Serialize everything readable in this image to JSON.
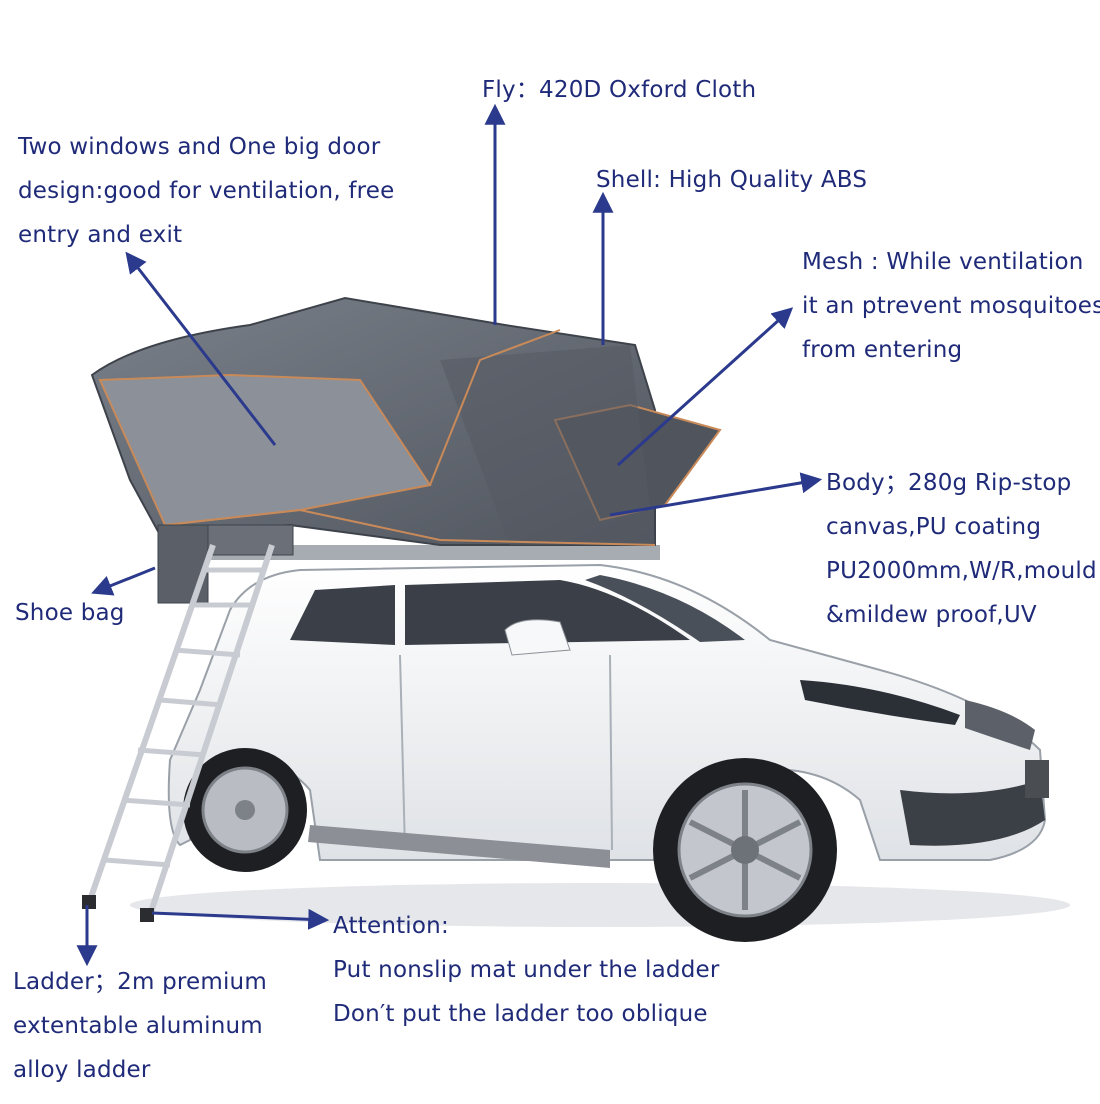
{
  "labels": {
    "fly": "Fly：420D Oxford Cloth",
    "shell": "Shell: High Quality ABS",
    "windows": [
      "Two windows and One big door",
      "design:good for ventilation, free",
      "entry and exit"
    ],
    "mesh": [
      "Mesh : While ventilation",
      "it an ptrevent mosquitoes",
      "from entering"
    ],
    "body": [
      "Body；280g Rip-stop",
      "canvas,PU coating",
      "PU2000mm,W/R,mould",
      "&mildew proof,UV"
    ],
    "shoe_bag": "Shoe bag",
    "ladder": [
      "Ladder；2m premium",
      "extentable aluminum",
      "alloy  ladder"
    ],
    "attention": [
      "Attention:",
      "Put nonslip mat under the ladder",
      "Don′t put the ladder too oblique"
    ]
  },
  "colors": {
    "text": "#1f2a78",
    "arrow": "#2b3a8c",
    "tent_canvas": "#6a6f78",
    "tent_shade": "#4f545d",
    "trim": "#c98a5a",
    "car_body": "#f4f5f7",
    "window": "#3a3f48",
    "tire": "#1e1f22",
    "rim": "#b9bcc2"
  }
}
